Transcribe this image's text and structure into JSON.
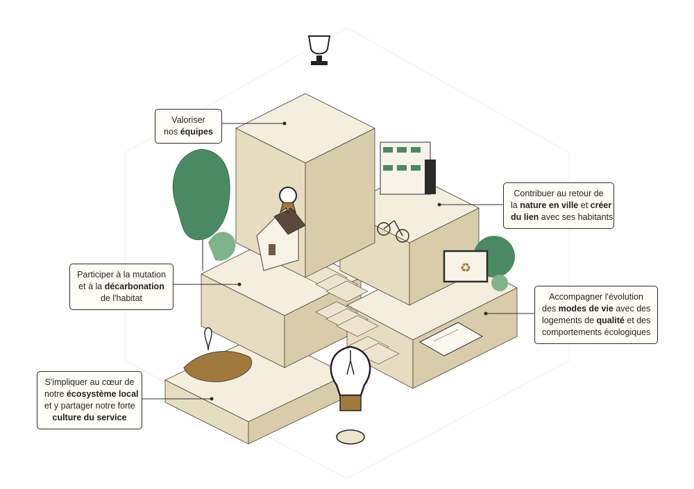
{
  "colors": {
    "block_top": "#f3eedd",
    "block_left": "#e6dcc0",
    "block_right": "#d8ccab",
    "outline": "#4a4335",
    "tree_green": "#4a8a63",
    "tree_light": "#7fb38a",
    "accent_gold": "#a07a3c",
    "callout_border": "#2b2b2b"
  },
  "icons": [
    "trophy-icon",
    "house-icon",
    "lightbulb-icon",
    "tree-icon",
    "map-pin-icon",
    "award-badge-icon",
    "recycle-board-icon",
    "building-icon",
    "bicycle-icon",
    "blueprint-icon"
  ],
  "callouts": {
    "teams": {
      "line1": "Valoriser",
      "line2_pre": "nos ",
      "line2_bold": "équipes"
    },
    "nature": {
      "line1": "Contribuer au retour de",
      "line2_pre": "la ",
      "line2_bold1": "nature en ville",
      "line2_mid": " et ",
      "line2_bold2": "créer",
      "line3_bold": "du lien",
      "line3_post": " avec ses habitants"
    },
    "housing": {
      "line1": "Participer à la mutation",
      "line2_pre": "et à la ",
      "line2_bold": "décarbonation",
      "line3": "de l'habitat"
    },
    "lifestyle": {
      "line1": "Accompagner l'évolution",
      "line2_pre": "des ",
      "line2_bold": "modes de vie",
      "line2_post": " avec des",
      "line3_pre": "logements de ",
      "line3_bold": "qualité",
      "line3_post": " et des",
      "line4": "comportements écologiques"
    },
    "local": {
      "line1": "S'impliquer au cœur de",
      "line2": "notre ",
      "line2_bold": "écosystème local",
      "line3": "et y partager notre forte",
      "line4_bold": "culture du service"
    }
  }
}
